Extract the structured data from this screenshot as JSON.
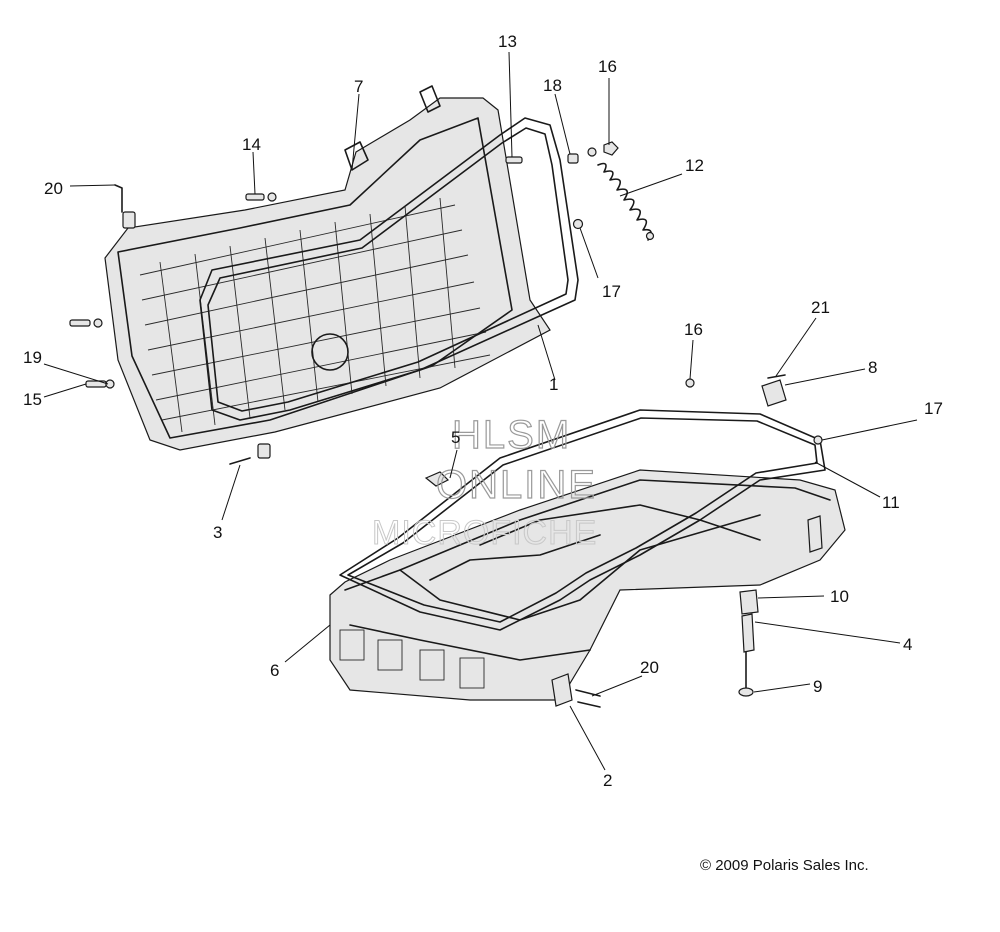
{
  "diagram": {
    "callouts": [
      "1",
      "2",
      "3",
      "4",
      "5",
      "6",
      "7",
      "8",
      "9",
      "10",
      "11",
      "12",
      "13",
      "14",
      "15",
      "16",
      "16",
      "17",
      "17",
      "18",
      "19",
      "20",
      "20",
      "21"
    ],
    "watermark": [
      "HLSM",
      "ONLINE",
      "MICROFICHE"
    ],
    "copyright": "© 2009 Polaris Sales Inc."
  }
}
